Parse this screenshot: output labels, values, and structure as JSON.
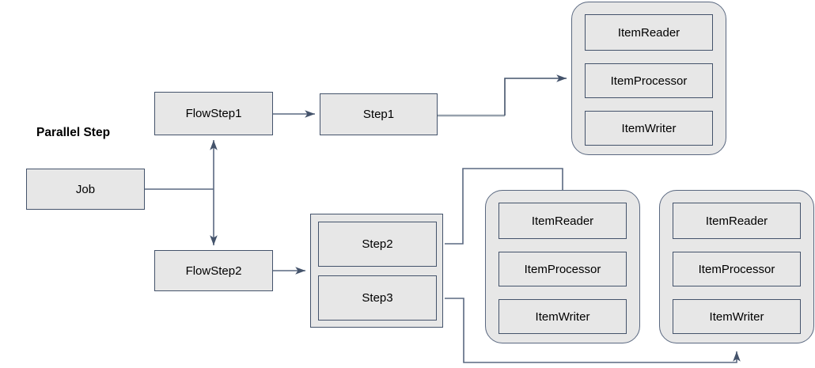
{
  "diagram": {
    "title_label": "Parallel Step",
    "nodes": {
      "job": "Job",
      "flowstep1": "FlowStep1",
      "flowstep2": "FlowStep2",
      "step1": "Step1",
      "step2": "Step2",
      "step3": "Step3"
    },
    "chunk_top": {
      "reader": "ItemReader",
      "processor": "ItemProcessor",
      "writer": "ItemWriter"
    },
    "chunk_mid": {
      "reader": "ItemReader",
      "processor": "ItemProcessor",
      "writer": "ItemWriter"
    },
    "chunk_right": {
      "reader": "ItemReader",
      "processor": "ItemProcessor",
      "writer": "ItemWriter"
    },
    "colors": {
      "node_fill": "#e7e7e7",
      "node_border": "#44536b",
      "round_border": "#5a6880",
      "edge": "#5a6880",
      "edge_thick": "#97a1ad",
      "background": "#ffffff",
      "text": "#000000"
    }
  }
}
